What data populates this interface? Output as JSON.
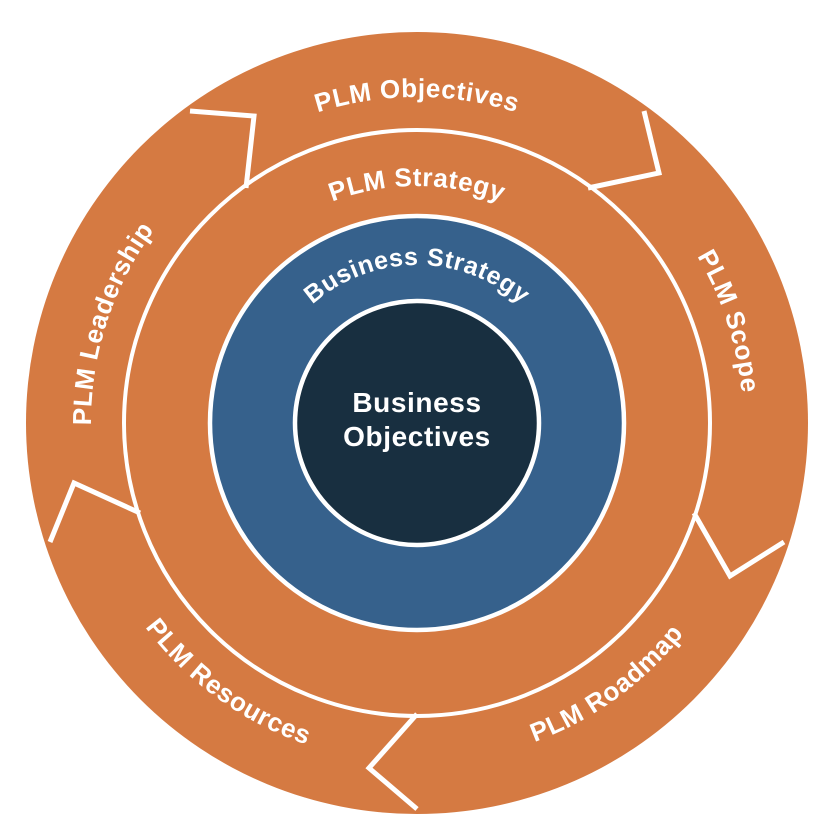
{
  "diagram": {
    "type": "concentric-rings",
    "description": "PLM strategy alignment rings",
    "colors": {
      "ring_orange": "#d57a42",
      "ring_blue": "#36618c",
      "center_navy": "#182f40",
      "line_white": "#ffffff",
      "text_white": "#ffffff",
      "background": "#ffffff"
    },
    "center_circle": {
      "label_line1": "Business",
      "label_line2": "Objectives"
    },
    "inner_ring_label": "Business Strategy",
    "middle_ring_label": "PLM Strategy",
    "outer_ring": {
      "flow_direction": "clockwise",
      "divider_style": "white chevron arrows",
      "segments": [
        {
          "label": "PLM Objectives",
          "position": "top"
        },
        {
          "label": "PLM Scope",
          "position": "right"
        },
        {
          "label": "PLM Roadmap",
          "position": "bottom-right"
        },
        {
          "label": "PLM Resources",
          "position": "bottom-left"
        },
        {
          "label": "PLM Leadership",
          "position": "left"
        }
      ]
    }
  }
}
